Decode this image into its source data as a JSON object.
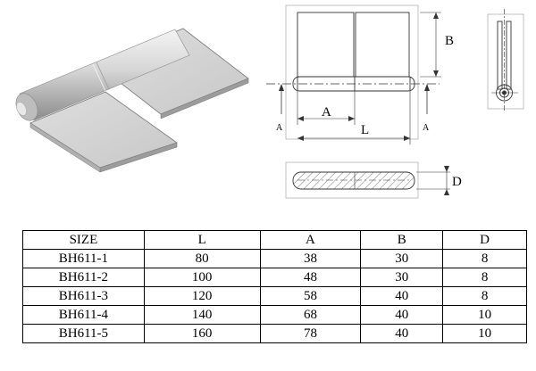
{
  "drawing": {
    "labels": {
      "a": "A",
      "b": "B",
      "l": "L",
      "d": "D",
      "section_left": "A",
      "section_right": "A"
    }
  },
  "table": {
    "headers": [
      "SIZE",
      "L",
      "A",
      "B",
      "D"
    ],
    "rows": [
      [
        "BH611-1",
        "80",
        "38",
        "30",
        "8"
      ],
      [
        "BH611-2",
        "100",
        "48",
        "30",
        "8"
      ],
      [
        "BH611-3",
        "120",
        "58",
        "40",
        "8"
      ],
      [
        "BH611-4",
        "140",
        "68",
        "40",
        "10"
      ],
      [
        "BH611-5",
        "160",
        "78",
        "40",
        "10"
      ]
    ]
  }
}
